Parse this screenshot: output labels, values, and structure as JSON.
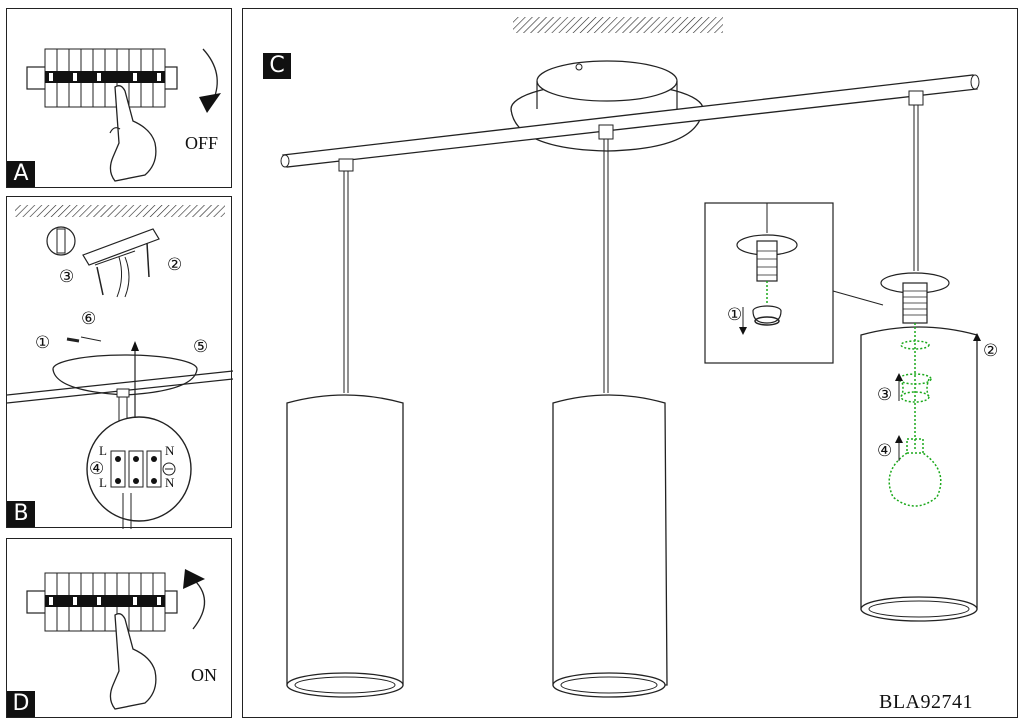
{
  "panels": {
    "a": {
      "letter": "A",
      "label": "OFF"
    },
    "b": {
      "letter": "B",
      "terminals": [
        "L",
        "L",
        "N",
        "N"
      ]
    },
    "c": {
      "letter": "C"
    },
    "d": {
      "letter": "D",
      "label": "ON"
    }
  },
  "steps": {
    "b": [
      "①",
      "②",
      "③",
      "④",
      "⑤",
      "⑥"
    ],
    "c": [
      "①",
      "②",
      "③",
      "④"
    ]
  },
  "model": "BLA92741"
}
